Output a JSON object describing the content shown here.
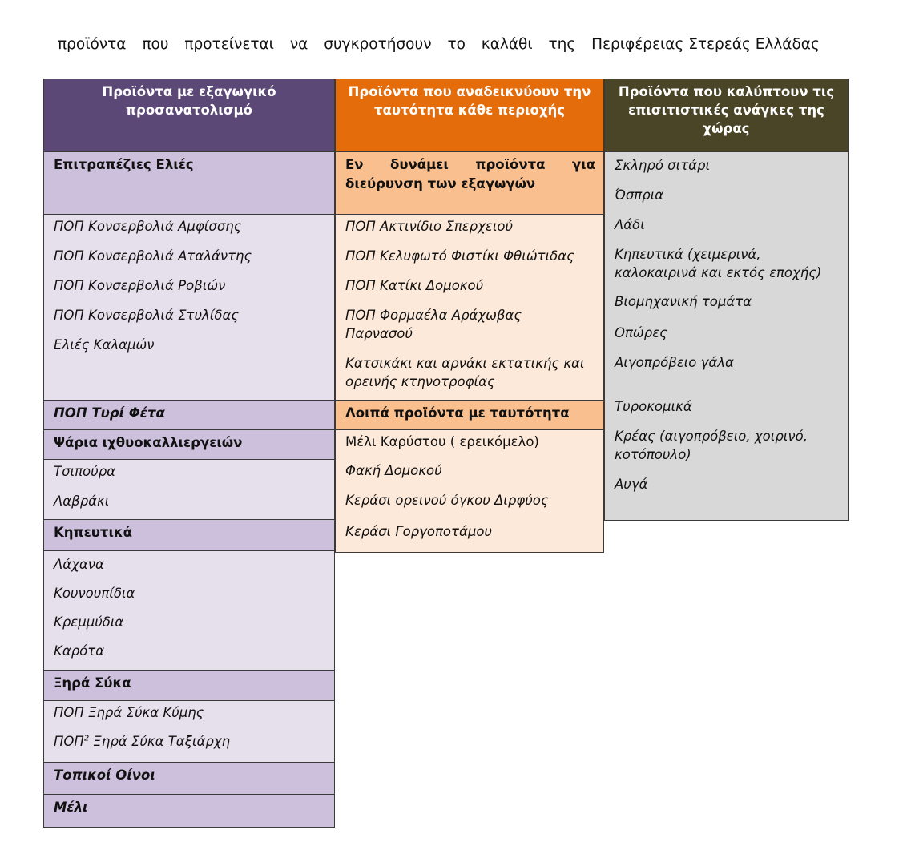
{
  "heading": [
    "προϊόντα",
    "που",
    "προτείνεται",
    "να",
    "συγκροτήσουν",
    "το",
    "καλάθι",
    "της",
    "Περιφέρειας Στερεάς Ελλάδας"
  ],
  "colors": {
    "col1_header": "#5c4876",
    "col1_category": "#cdc0dc",
    "col1_items": "#e6e0ec",
    "col2_header": "#e46c0a",
    "col2_category": "#f9bf8f",
    "col2_items": "#fde9d9",
    "col3_header": "#4b4527",
    "col3_body": "#d8d8d8"
  },
  "col1": {
    "header": "Προϊόντα με εξαγωγικό προσανατολισμό",
    "r1_cat": "Επιτραπέζιες Ελιές",
    "r2_items": [
      "ΠΟΠ Κονσερβολιά Αμφίσσης",
      "ΠΟΠ Κονσερβολιά Αταλάντης",
      "ΠΟΠ Κονσερβολιά Ροβιών",
      "ΠΟΠ Κονσερβολιά Στυλίδας",
      "Ελιές Καλαμών"
    ],
    "r3_cat": "ΠΟΠ Τυρί Φέτα",
    "r4_cat": "Ψάρια ιχθυοκαλλιεργειών",
    "r5_items": [
      "Τσιπούρα",
      "Λαβράκι"
    ],
    "r6_cat": "Κηπευτικά",
    "r7_items": [
      "Λάχανα",
      "Κουνουπίδια",
      "Κρεμμύδια",
      "Καρότα"
    ],
    "r8_cat": "Ξηρά Σύκα",
    "r9_item1": "ΠΟΠ Ξηρά Σύκα Κύμης",
    "r9_item2_pre": "ΠΟΠ",
    "r9_item2_sup": "2",
    "r9_item2_post": " Ξηρά Σύκα Ταξιάρχη",
    "r10_cat": "Τοπικοί Οίνοι",
    "r11_cat": "Μέλι"
  },
  "col2": {
    "header": "Προϊόντα που αναδεικνύουν την ταυτότητα κάθε περιοχής",
    "r1_cat": "Εν δυνάμει προϊόντα για διεύρυνση των εξαγωγών",
    "r2_items": [
      "ΠΟΠ Ακτινίδιο Σπερχειού",
      "ΠΟΠ Κελυφωτό Φιστίκι Φθιώτιδας",
      "ΠΟΠ Κατίκι Δομοκού",
      "ΠΟΠ Φορμαέλα Αράχωβας Παρνασού",
      "Κατσικάκι και αρνάκι εκτατικής και ορεινής κτηνοτροφίας"
    ],
    "r3_cat": "Λοιπά προϊόντα με ταυτότητα",
    "r4_item_upright": "Μέλι Καρύστου ( ερεικόμελο)",
    "r4_items": [
      "Φακή Δομοκού",
      "Κεράσι ορεινού όγκου Διρφύος",
      "Κεράσι Γοργοποτάμου"
    ]
  },
  "col3": {
    "header": "Προϊόντα που καλύπτουν τις επισιτιστικές ανάγκες της χώρας",
    "items": [
      "Σκληρό σιτάρι",
      "Όσπρια",
      "Λάδι",
      "Κηπευτικά (χειμερινά, καλοκαιρινά και εκτός εποχής)",
      "Βιομηχανική τομάτα",
      "Οπώρες",
      "Αιγοπρόβειο γάλα",
      "Τυροκομικά",
      "Κρέας (αιγοπρόβειο, χοιρινό, κοτόπουλο)",
      "Αυγά"
    ]
  }
}
